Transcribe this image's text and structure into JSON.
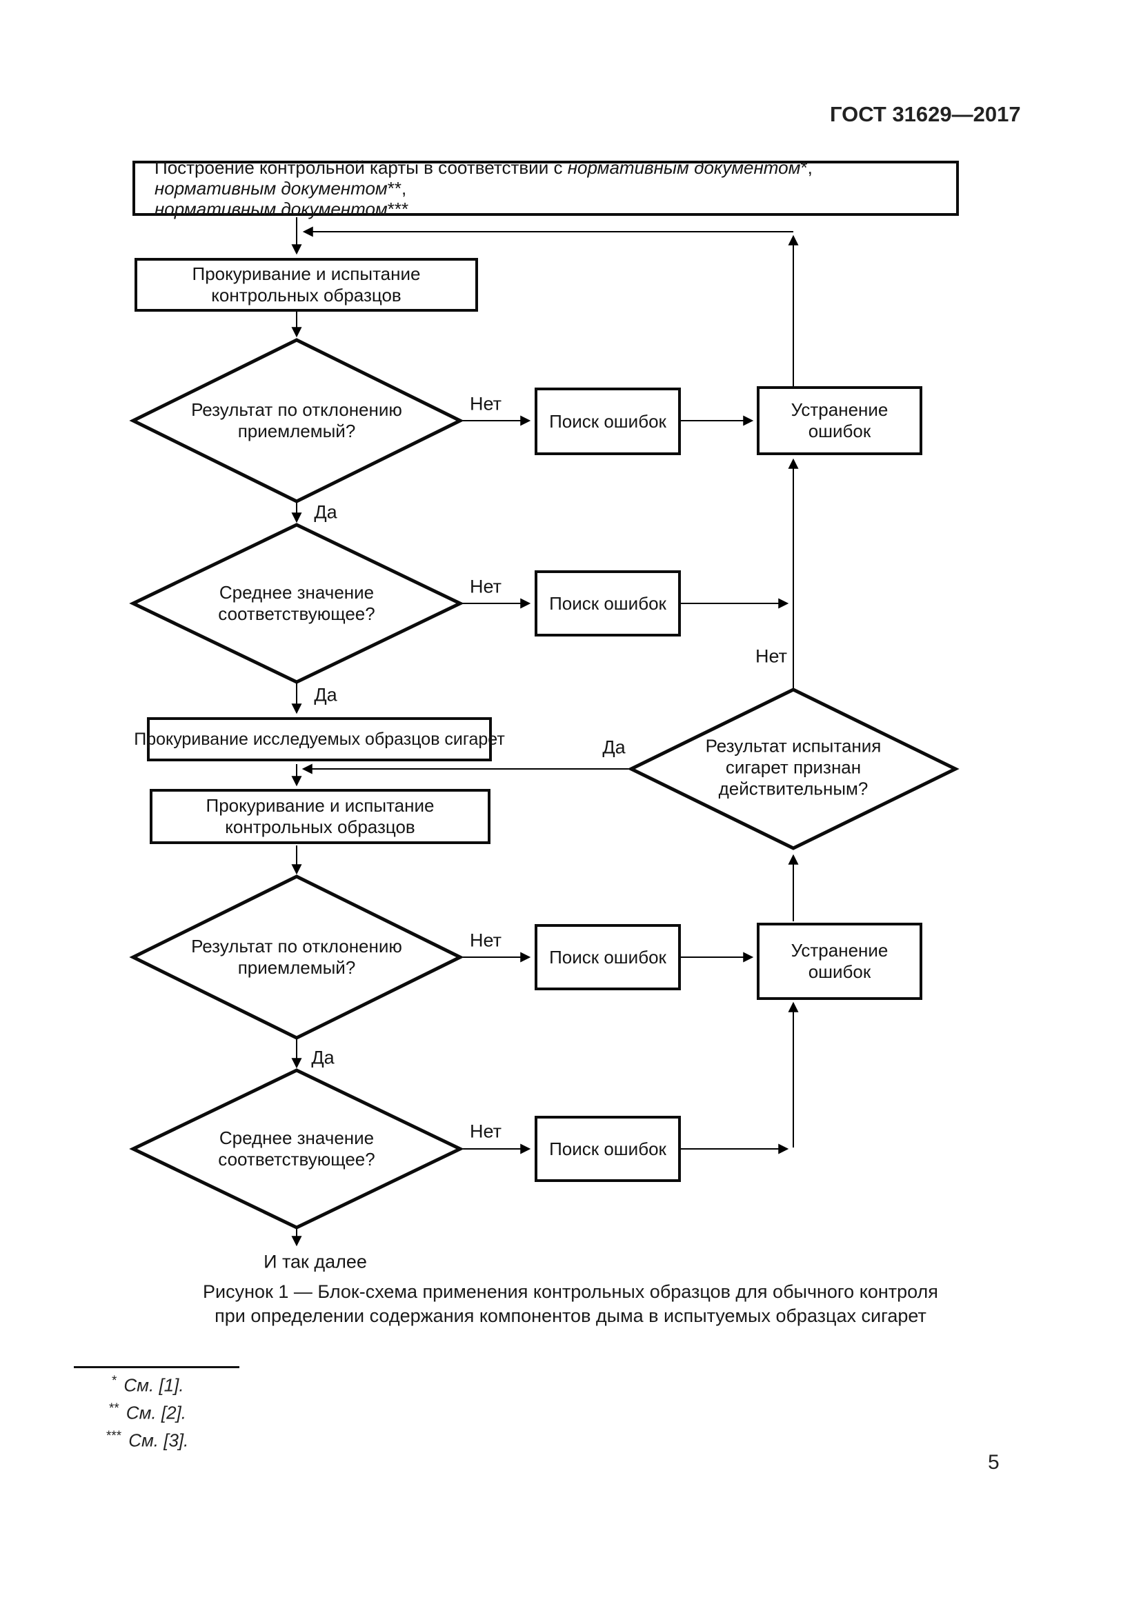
{
  "page": {
    "header": "ГОСТ 31629—2017",
    "page_number": "5",
    "caption_line1": "Рисунок 1 — Блок-схема применения контрольных образцов для обычного контроля",
    "caption_line2": "при определении содержания компонентов дыма в испытуемых образцах сигарет",
    "etc_label": "И так далее"
  },
  "flowchart": {
    "start": {
      "prefix": "Построение контрольной карты в соответствии с ",
      "doc1": "нормативным документом",
      "ref1": "*",
      "sep1": ", ",
      "doc2": "нормативным документом",
      "ref2": "**",
      "sep2": ",",
      "doc3": "нормативным документом",
      "ref3": "***"
    },
    "nodes": {
      "smoke_control_1": "Прокуривание и испытание контрольных образцов",
      "deviation_check_1": "Результат по отклонению приемлемый?",
      "error_search_1": "Поиск ошибок",
      "error_fix_1": "Устранение ошибок",
      "mean_check_1": "Среднее значение соответствующее?",
      "error_search_2": "Поиск ошибок",
      "smoke_test": "Прокуривание исследуемых образцов сигарет",
      "validity_check": "Результат испытания сигарет признан действительным?",
      "smoke_control_2": "Прокуривание и испытание контрольных образцов",
      "deviation_check_2": "Результат по отклонению приемлемый?",
      "error_search_3": "Поиск ошибок",
      "error_fix_2": "Устранение ошибок",
      "mean_check_2": "Среднее значение соответствующее?",
      "error_search_4": "Поиск ошибок"
    },
    "labels": {
      "yes_1": "Да",
      "yes_2": "Да",
      "yes_3": "Да",
      "yes_4": "Да",
      "no_1": "Нет",
      "no_2": "Нет",
      "no_3": "Нет",
      "no_4": "Нет",
      "no_5": "Нет"
    }
  },
  "footnotes": [
    {
      "marker": "*",
      "text": "См. [1]."
    },
    {
      "marker": "**",
      "text": "См. [2]."
    },
    {
      "marker": "***",
      "text": "См. [3]."
    }
  ]
}
